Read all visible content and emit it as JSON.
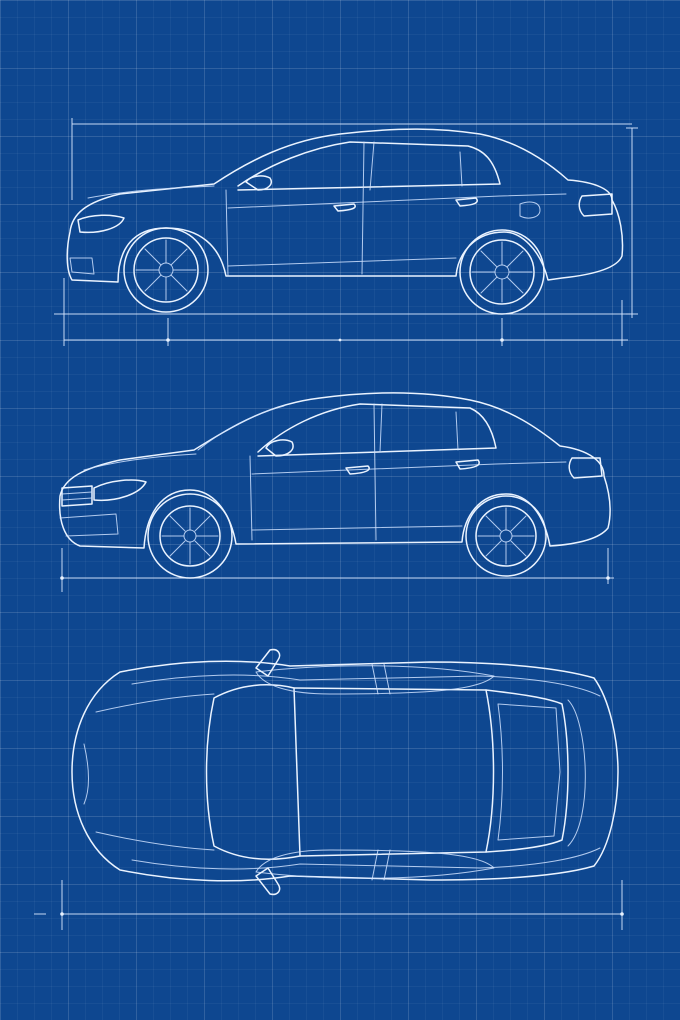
{
  "views": [
    {
      "id": "side-view-top",
      "kind": "side profile"
    },
    {
      "id": "side-view-three-quarter",
      "kind": "front three-quarter"
    },
    {
      "id": "top-view",
      "kind": "plan"
    }
  ],
  "colors": {
    "background": "#0e4790",
    "grid": "#ffffff",
    "line": "#eaf3ff"
  }
}
